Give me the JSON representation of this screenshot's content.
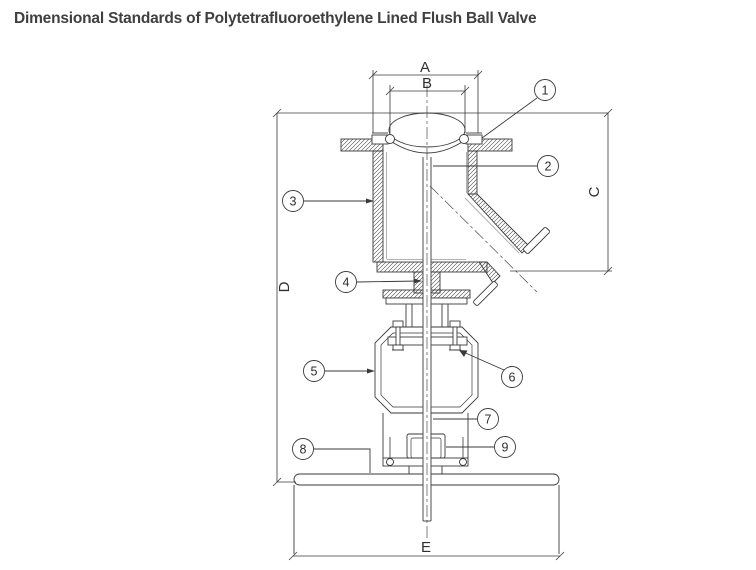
{
  "title": "Dimensional Standards of Polytetrafluoroethylene Lined Flush Ball Valve",
  "drawing": {
    "type": "technical-drawing",
    "subject": "PTFE lined flush ball valve, sectional view with dimension standards",
    "colors": {
      "line": "#3a3a3a",
      "liner": "#b0b0b0",
      "title_text": "#3f3f3f",
      "background": "#ffffff"
    },
    "dims": {
      "A": "A",
      "B": "B",
      "C": "C",
      "D": "D",
      "E": "E"
    },
    "parts": {
      "p1": "1",
      "p2": "2",
      "p3": "3",
      "p4": "4",
      "p5": "5",
      "p6": "6",
      "p7": "7",
      "p8": "8",
      "p9": "9"
    }
  }
}
